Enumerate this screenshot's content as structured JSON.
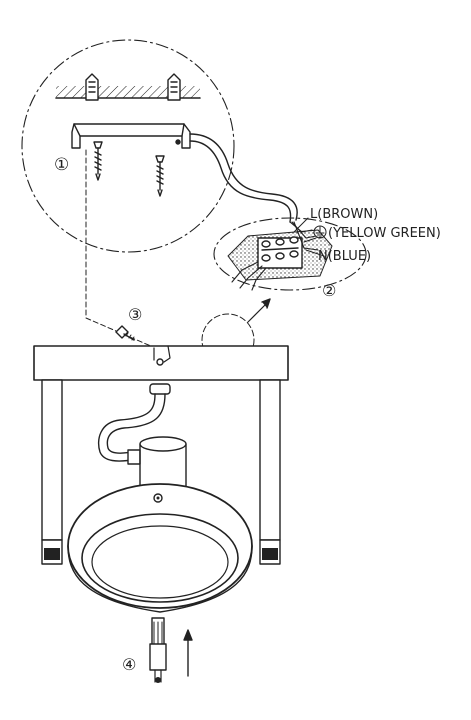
{
  "labels": {
    "brown": "L(BROWN)",
    "yellow_green": "(YELLOW GREEN)",
    "blue": "N(BLUE)"
  },
  "steps": [
    "①",
    "②",
    "③",
    "④"
  ],
  "colors": {
    "line": "#222222",
    "background": "#ffffff"
  }
}
